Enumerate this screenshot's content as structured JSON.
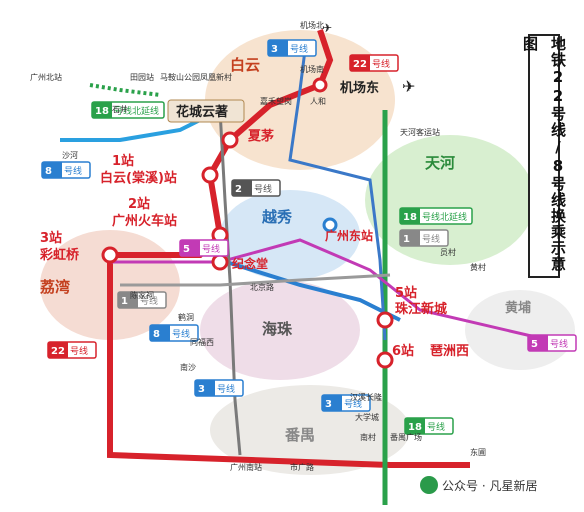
{
  "title_vertical": "地铁22号线/8号线换乘示意图",
  "districts": [
    {
      "name": "白云",
      "color": "#c4401f"
    },
    {
      "name": "天河",
      "color": "#2a8a3a"
    },
    {
      "name": "越秀",
      "color": "#2a6fb5"
    },
    {
      "name": "荔湾",
      "color": "#c4401f"
    },
    {
      "name": "海珠",
      "color": "#555555"
    },
    {
      "name": "番禺",
      "color": "#888888"
    },
    {
      "name": "黄埔",
      "color": "#888888"
    }
  ],
  "transfer_labels": [
    {
      "number": "1站",
      "name": "白云(棠溪)站"
    },
    {
      "number": "2站",
      "name": "广州火车站"
    },
    {
      "number": "3站",
      "name": "彩虹桥"
    },
    {
      "number": "5站",
      "name": "珠江新城"
    },
    {
      "number": "6站",
      "name": "琶洲西"
    }
  ],
  "major_stations": [
    "夏茅",
    "纪念堂",
    "广州东站",
    "机场东",
    "花城云著"
  ],
  "line_badges": [
    {
      "num": "22",
      "text": "号线",
      "color": "#d7222b"
    },
    {
      "num": "18",
      "text": "号线北延线",
      "color": "#2aa14a"
    },
    {
      "num": "8",
      "text": "号线",
      "color": "#2a7fd0"
    },
    {
      "num": "3",
      "text": "号线",
      "color": "#2a7fd0"
    },
    {
      "num": "2",
      "text": "号线",
      "color": "#555555"
    },
    {
      "num": "5",
      "text": "号线",
      "color": "#c23ab5"
    },
    {
      "num": "1",
      "text": "号线",
      "color": "#888888"
    },
    {
      "num": "18",
      "text": "号线北延线",
      "color": "#2aa14a"
    },
    {
      "num": "22",
      "text": "号线",
      "color": "#d7222b"
    },
    {
      "num": "8",
      "text": "号线",
      "color": "#2a7fd0"
    },
    {
      "num": "3",
      "text": "号线",
      "color": "#2a7fd0"
    },
    {
      "num": "18",
      "text": "号线",
      "color": "#2aa14a"
    },
    {
      "num": "5",
      "text": "号线",
      "color": "#c23ab5"
    },
    {
      "num": "1",
      "text": "号线",
      "color": "#888888"
    },
    {
      "num": "3",
      "text": "号线",
      "color": "#2a7fd0"
    }
  ],
  "small_stations": [
    "广州北站",
    "田园站",
    "马鞍山公园",
    "凤凰新村",
    "沙河",
    "南沙",
    "机场北",
    "机场南",
    "人和",
    "嘉禾望岗",
    "石井",
    "陈家祠",
    "鹤洞",
    "同福西",
    "北京路",
    "员村",
    "天河客运站",
    "番禺广场",
    "南村",
    "大学城",
    "汉溪长隆",
    "市广路",
    "广州南站",
    "东圃",
    "黄村"
  ],
  "watermark": "公众号 · 凡星新居"
}
